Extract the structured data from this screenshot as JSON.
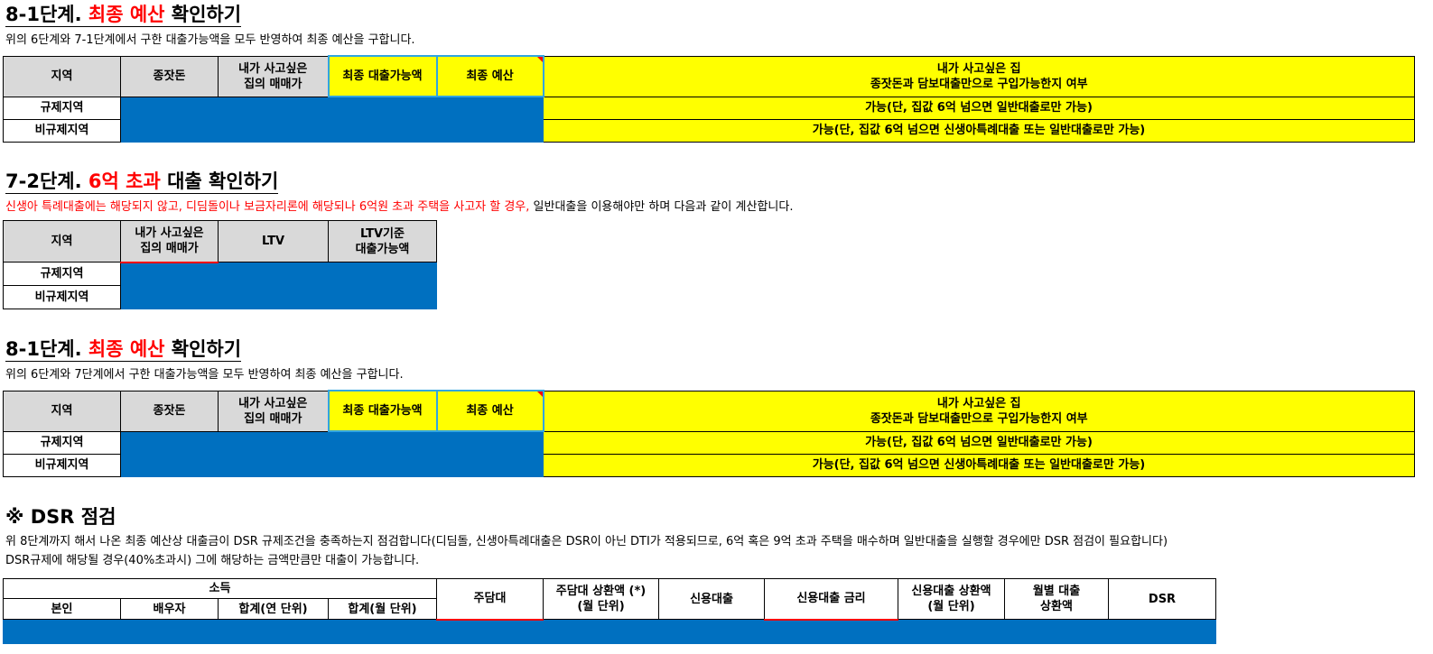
{
  "s1": {
    "step": "8-1단계.",
    "red": "최종 예산",
    "rest": "확인하기",
    "desc": "위의 6단계와 7-1단계에서 구한 대출가능액을 모두 반영하여 최종 예산을 구합니다.",
    "headers": [
      "지역",
      "종잣돈",
      "내가 사고싶은\n집의 매매가",
      "최종 대출가능액",
      "최종 예산",
      "내가 사고싶은 집\n종잣돈과 담보대출만으로 구입가능한지 여부"
    ],
    "rows": [
      {
        "label": "규제지역",
        "result": "가능(단, 집값 6억 넘으면 일반대출로만 가능)"
      },
      {
        "label": "비규제지역",
        "result": "가능(단, 집값 6억 넘으면 신생아특례대출 또는 일반대출로만 가능)"
      }
    ]
  },
  "s2": {
    "step": "7-2단계.",
    "red": "6억 초과",
    "rest": "대출 확인하기",
    "desc_red": "신생아 특례대출에는 해당되지 않고, 디딤돌이나 보금자리론에 해당되나 6억원 초과 주택을 사고자 할 경우,",
    "desc_black": " 일반대출을 이용해야만 하며 다음과 같이 계산합니다.",
    "headers": [
      "지역",
      "내가 사고싶은\n집의 매매가",
      "LTV",
      "LTV기준\n대출가능액"
    ],
    "rows": [
      "규제지역",
      "비규제지역"
    ]
  },
  "s3": {
    "step": "8-1단계.",
    "red": "최종 예산",
    "rest": "확인하기",
    "desc": "위의 6단계와 7단계에서 구한 대출가능액을 모두 반영하여 최종 예산을 구합니다.",
    "headers": [
      "지역",
      "종잣돈",
      "내가 사고싶은\n집의 매매가",
      "최종 대출가능액",
      "최종 예산",
      "내가 사고싶은 집\n종잣돈과 담보대출만으로 구입가능한지 여부"
    ],
    "rows": [
      {
        "label": "규제지역",
        "result": "가능(단, 집값 6억 넘으면 일반대출로만 가능)"
      },
      {
        "label": "비규제지역",
        "result": "가능(단, 집값 6억 넘으면 신생아특례대출 또는 일반대출로만 가능)"
      }
    ]
  },
  "s4": {
    "title": "※ DSR 점검",
    "desc1": "위 8단계까지 해서 나온 최종 예산상 대출금이 DSR 규제조건을 충족하는지 점검합니다(디딤돌, 신생아특례대출은 DSR이 아닌 DTI가 적용되므로, 6억 혹은 9억 초과 주택을 매수하며 일반대출을 실행할 경우에만 DSR 점검이 필요합니다)",
    "desc2": "DSR규제에 해당될 경우(40%초과시) 그에 해당하는 금액만큼만 대출이 가능합니다.",
    "income": "소득",
    "sub": [
      "본인",
      "배우자",
      "합계(연 단위)",
      "합계(월 단위)"
    ],
    "cols": [
      "주담대",
      "주담대 상환액 (*)\n(월 단위)",
      "신용대출",
      "신용대출 금리",
      "신용대출 상환액\n(월 단위)",
      "월별 대출\n상환액",
      "DSR"
    ]
  }
}
